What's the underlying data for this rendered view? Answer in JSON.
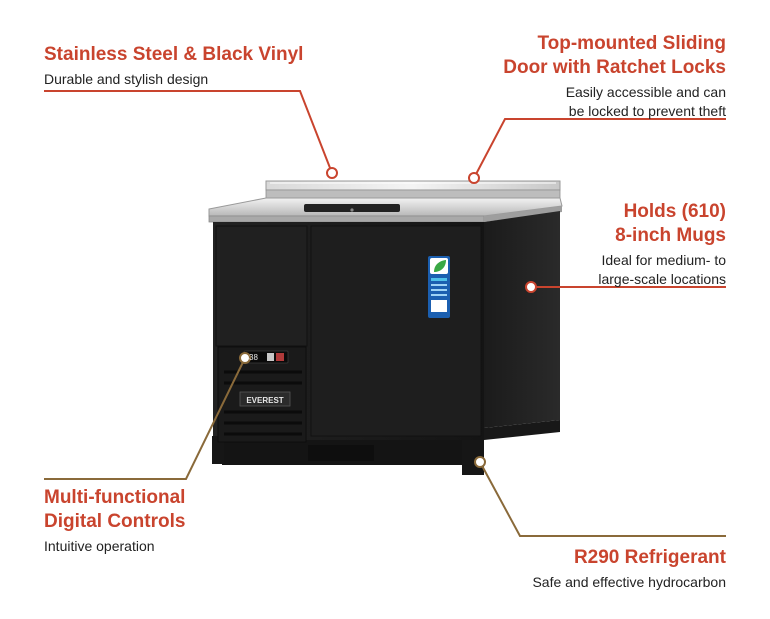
{
  "callouts": {
    "steel": {
      "title": "Stainless Steel & Black Vinyl",
      "desc": "Durable and stylish design"
    },
    "door": {
      "title_line1": "Top-mounted Sliding",
      "title_line2": "Door with Ratchet Locks",
      "desc_line1": "Easily accessible and can",
      "desc_line2": "be locked to prevent theft"
    },
    "mugs": {
      "title_line1": "Holds (610)",
      "title_line2": "8-inch Mugs",
      "desc_line1": "Ideal for medium- to",
      "desc_line2": "large-scale locations"
    },
    "controls": {
      "title_line1": "Multi-functional",
      "title_line2": "Digital Controls",
      "desc": "Intuitive operation"
    },
    "refrigerant": {
      "title": "R290 Refrigerant",
      "desc": "Safe and effective hydrocarbon"
    }
  },
  "product": {
    "brand_plate": "EVEREST",
    "display_reading": "38"
  },
  "colors": {
    "accent_red": "#c9442e",
    "accent_brown": "#8a6a3a",
    "cabinet": "#1c1c1c"
  },
  "icons": {
    "eco_sticker": "leaf-badge-icon"
  }
}
